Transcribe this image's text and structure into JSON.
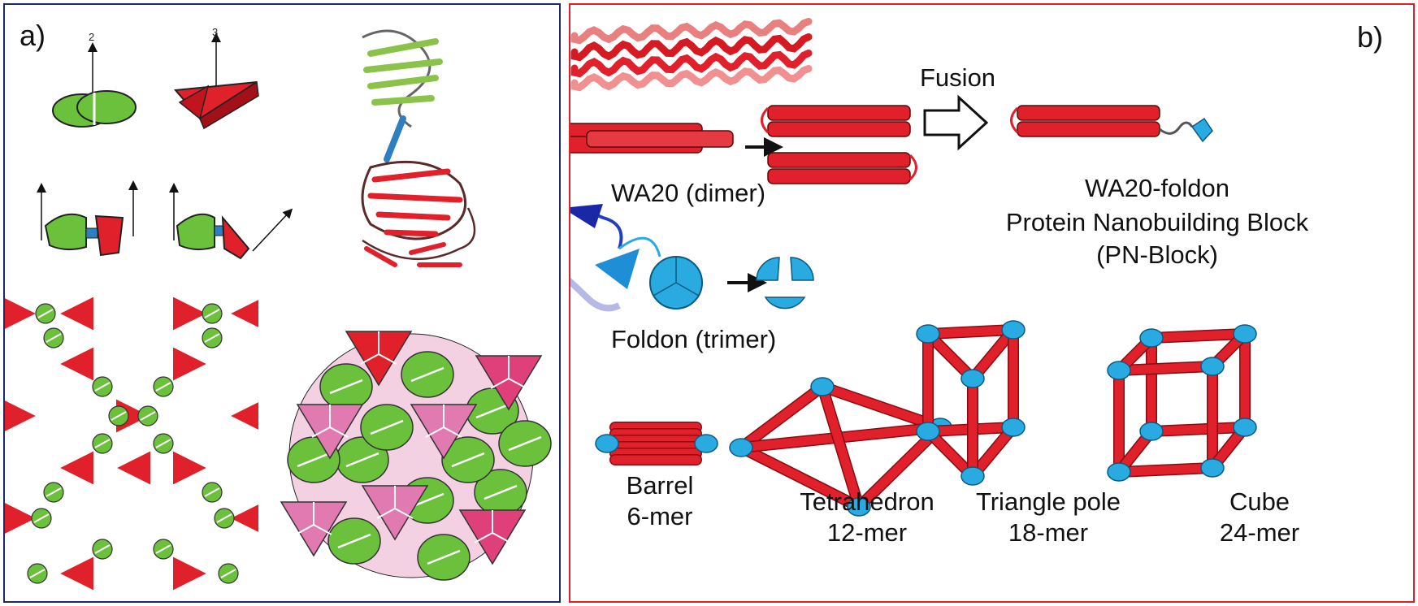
{
  "panel_a": {
    "label": "a)",
    "axis_labels": [
      "2",
      "3"
    ]
  },
  "panel_b": {
    "label": "b)",
    "fusion": "Fusion",
    "wa20": "WA20 (dimer)",
    "foldon": "Foldon (trimer)",
    "product_line1": "WA20-foldon",
    "product_line2": "Protein Nanobuilding Block",
    "product_line3": "(PN-Block)",
    "assemblies": [
      {
        "name": "Barrel",
        "size": "6-mer"
      },
      {
        "name": "Tetrahedron",
        "size": "12-mer"
      },
      {
        "name": "Triangle pole",
        "size": "18-mer"
      },
      {
        "name": "Cube",
        "size": "24-mer"
      }
    ]
  },
  "colors": {
    "green": "#6cc13c",
    "red": "#e0202a",
    "pink": "#e07ab0",
    "blue": "#2d7fc1",
    "cyan": "#29abe2",
    "frame_a": "#1f2a5c",
    "frame_b": "#d9232a"
  }
}
